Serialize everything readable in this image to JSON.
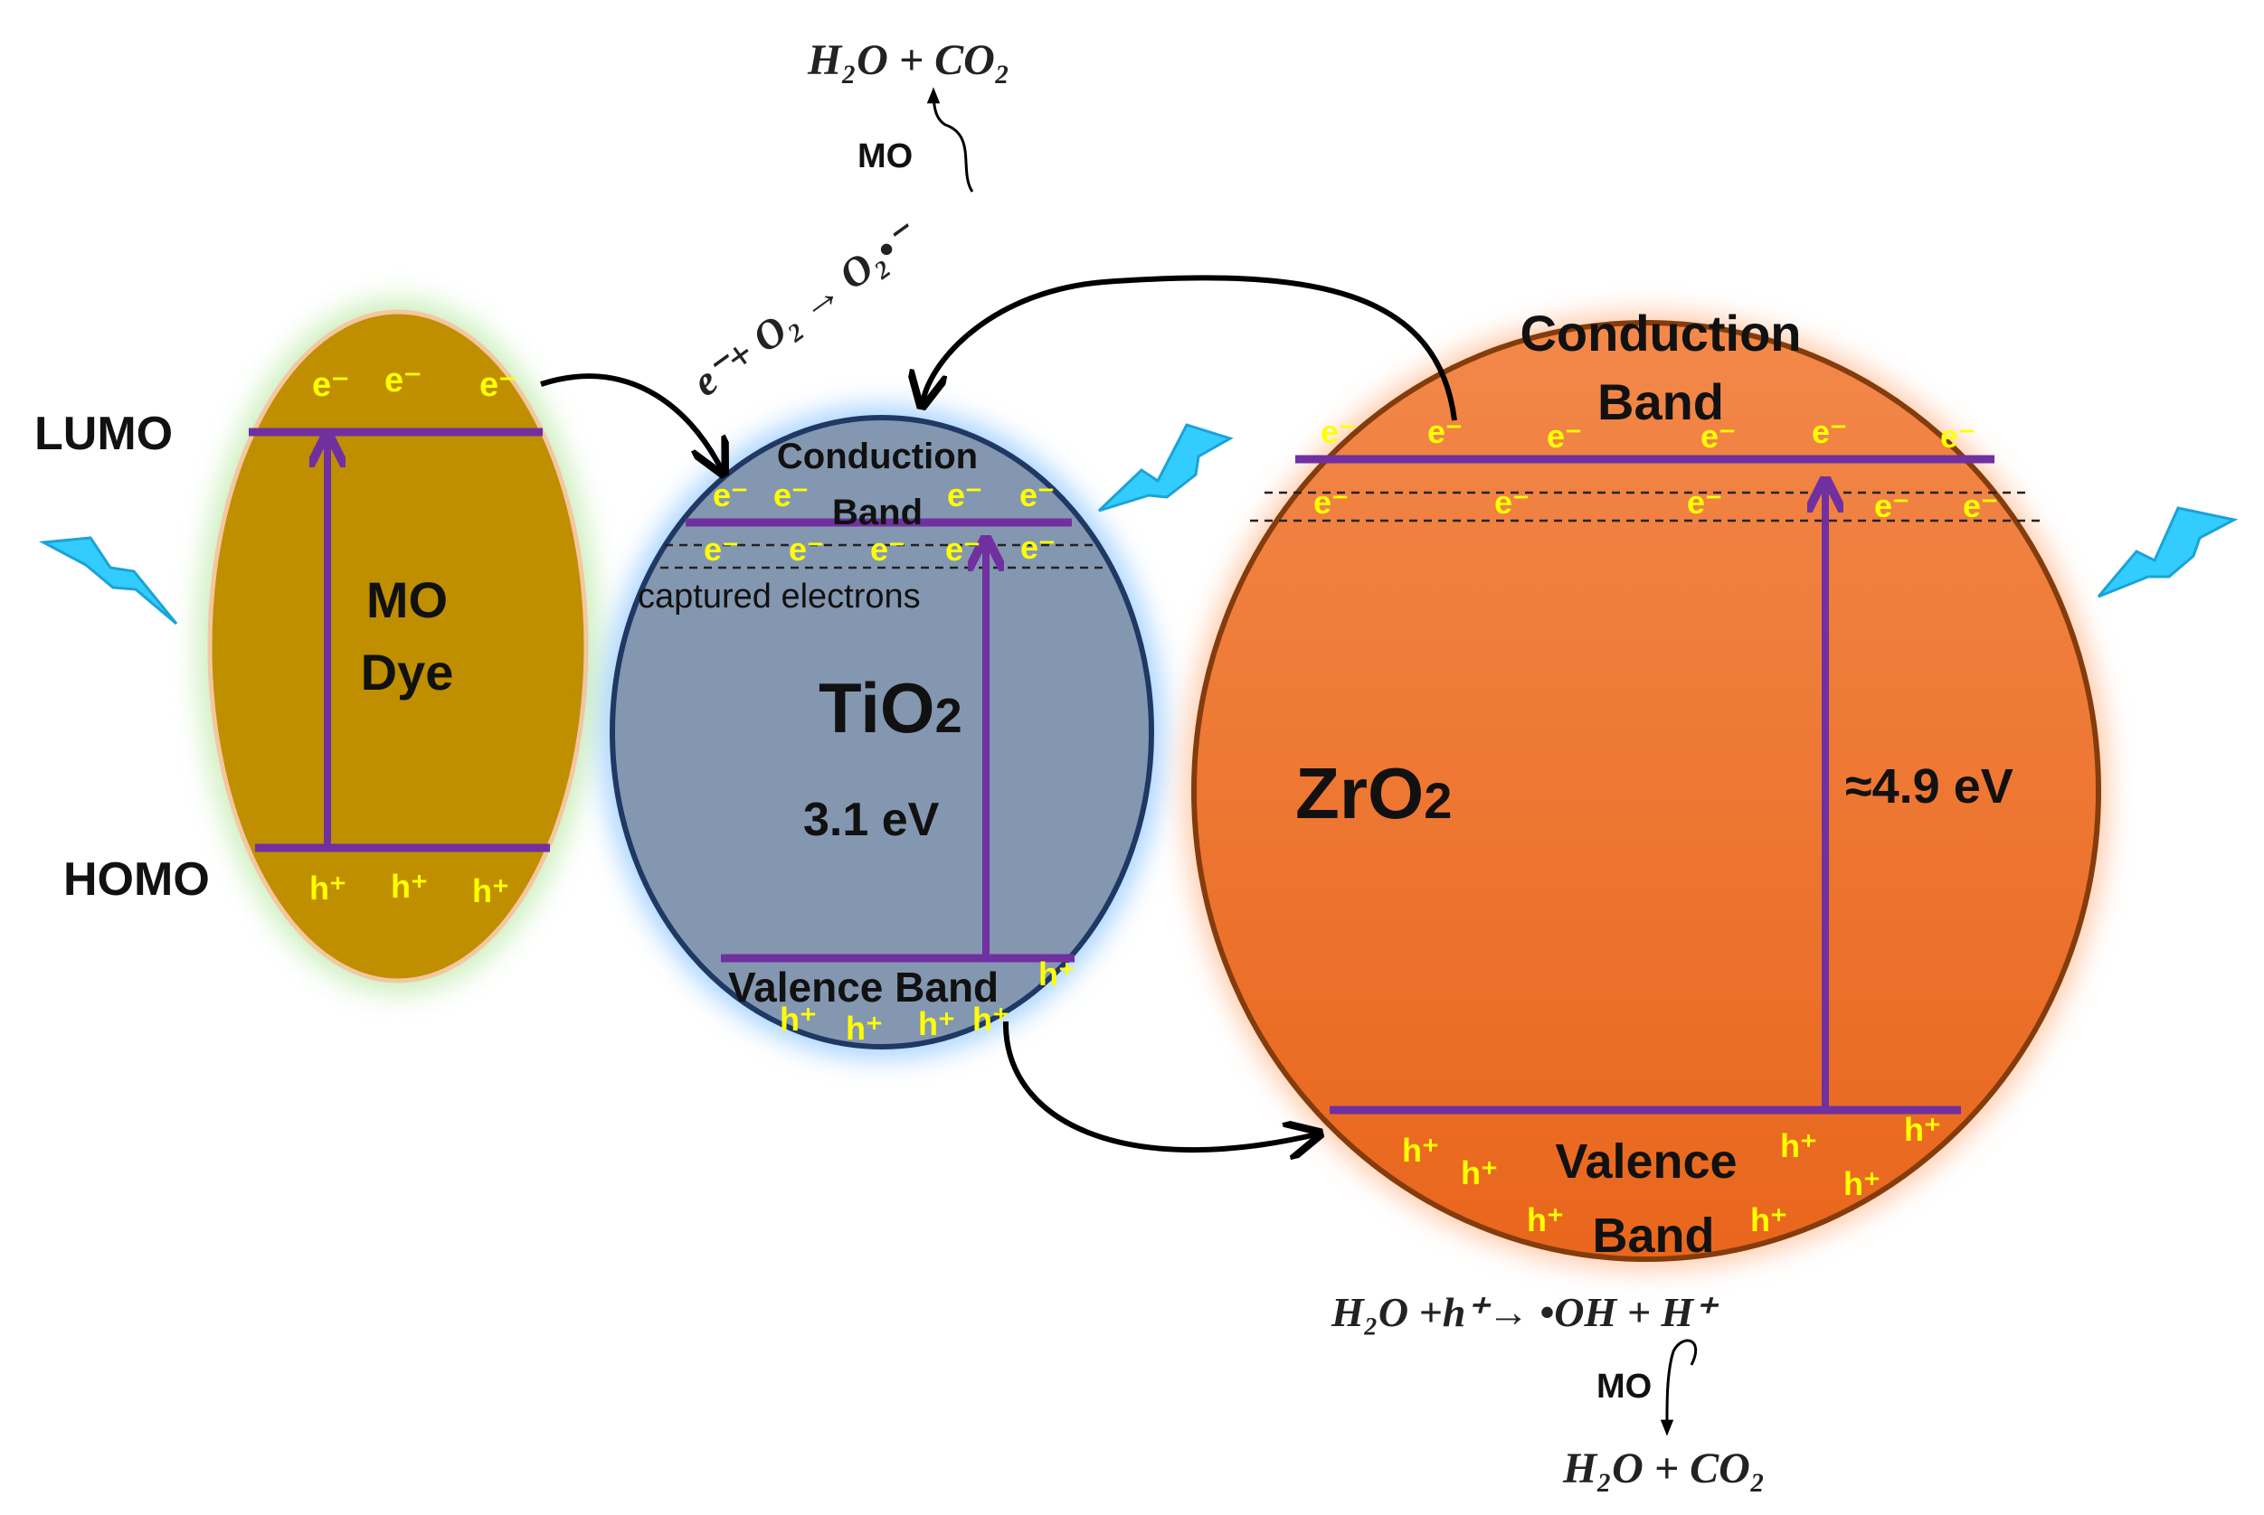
{
  "dye": {
    "lumo": "LUMO",
    "homo": "HOMO",
    "name_line1": "MO",
    "name_line2": "Dye",
    "electron": "e⁻",
    "hole": "h⁺"
  },
  "tio2": {
    "cb_line1": "Conduction",
    "cb_line2": "Band",
    "captured": "captured electrons",
    "name": "TiO",
    "sub": "2",
    "gap": "3.1 eV",
    "vb": "Valence Band"
  },
  "zro2": {
    "cb_line1": "Conduction",
    "cb_line2": "Band",
    "name": "ZrO",
    "sub": "2",
    "gap": "≈4.9 eV",
    "vb_line1": "Valence",
    "vb_line2": "Band"
  },
  "reactions": {
    "top_product": "H₂O + CO₂",
    "top_mo": "MO",
    "superoxide": "e⁻+ O₂ → O₂•⁻",
    "hole_reaction": "H₂O +h⁺→  •OH +  H⁺",
    "bottom_mo": "MO",
    "bottom_product": "H₂O + CO₂"
  },
  "colors": {
    "dye_fill": "#bf8f00",
    "tio2_fill": "#8497b0",
    "zro2_fill": "#f07a26",
    "band_line": "#7030a0",
    "carrier_text": "#ffff00",
    "lightning": "#33ccff"
  },
  "icons": [
    "lightning-icon",
    "lightning-icon",
    "lightning-icon"
  ]
}
